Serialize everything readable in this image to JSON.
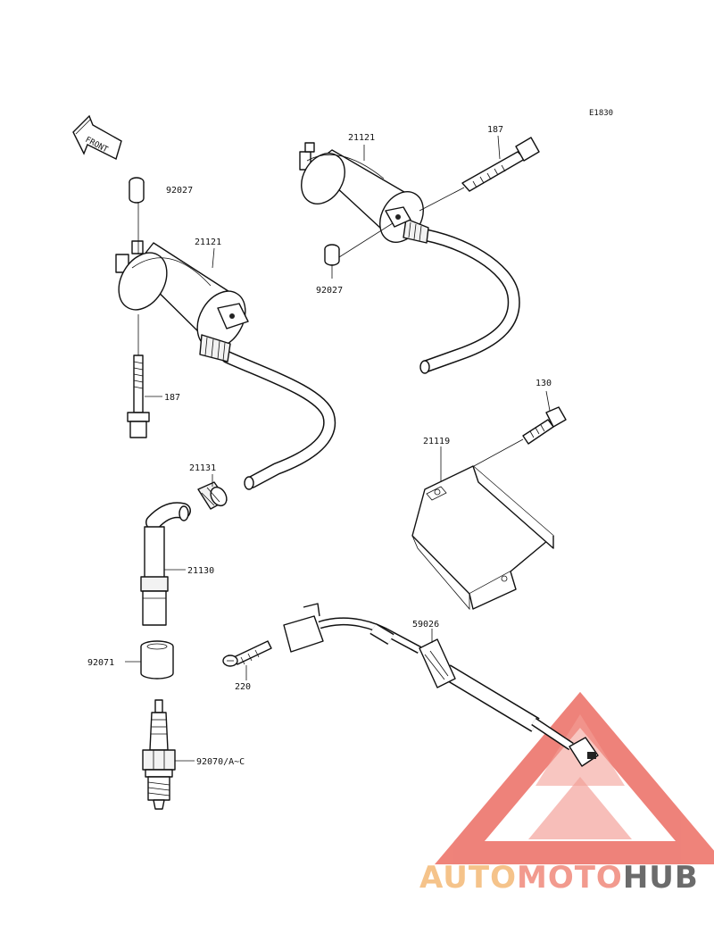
{
  "diagram": {
    "code": "E1830",
    "front_label": "FRONT",
    "callouts": {
      "coil_right": "21121",
      "bolt_right": "187",
      "collar_right": "92027",
      "collar_left": "92027",
      "coil_left": "21121",
      "bolt_left": "187",
      "cap_nut": "21131",
      "plug_cap": "21130",
      "o_ring": "92071",
      "spark_plug": "92070/A~C",
      "bolt_igniter": "130",
      "igniter": "21119",
      "pickup_screw": "220",
      "pickup_grommet": "59026"
    }
  },
  "watermark": {
    "word_part1": "AUTO",
    "word_part2": "MOTO",
    "word_part3": "HUB",
    "color_part1": "#f5c38a",
    "color_part2": "#f29a8e",
    "color_part3": "#6b6b6b",
    "triangle_color": "#e85a50"
  }
}
